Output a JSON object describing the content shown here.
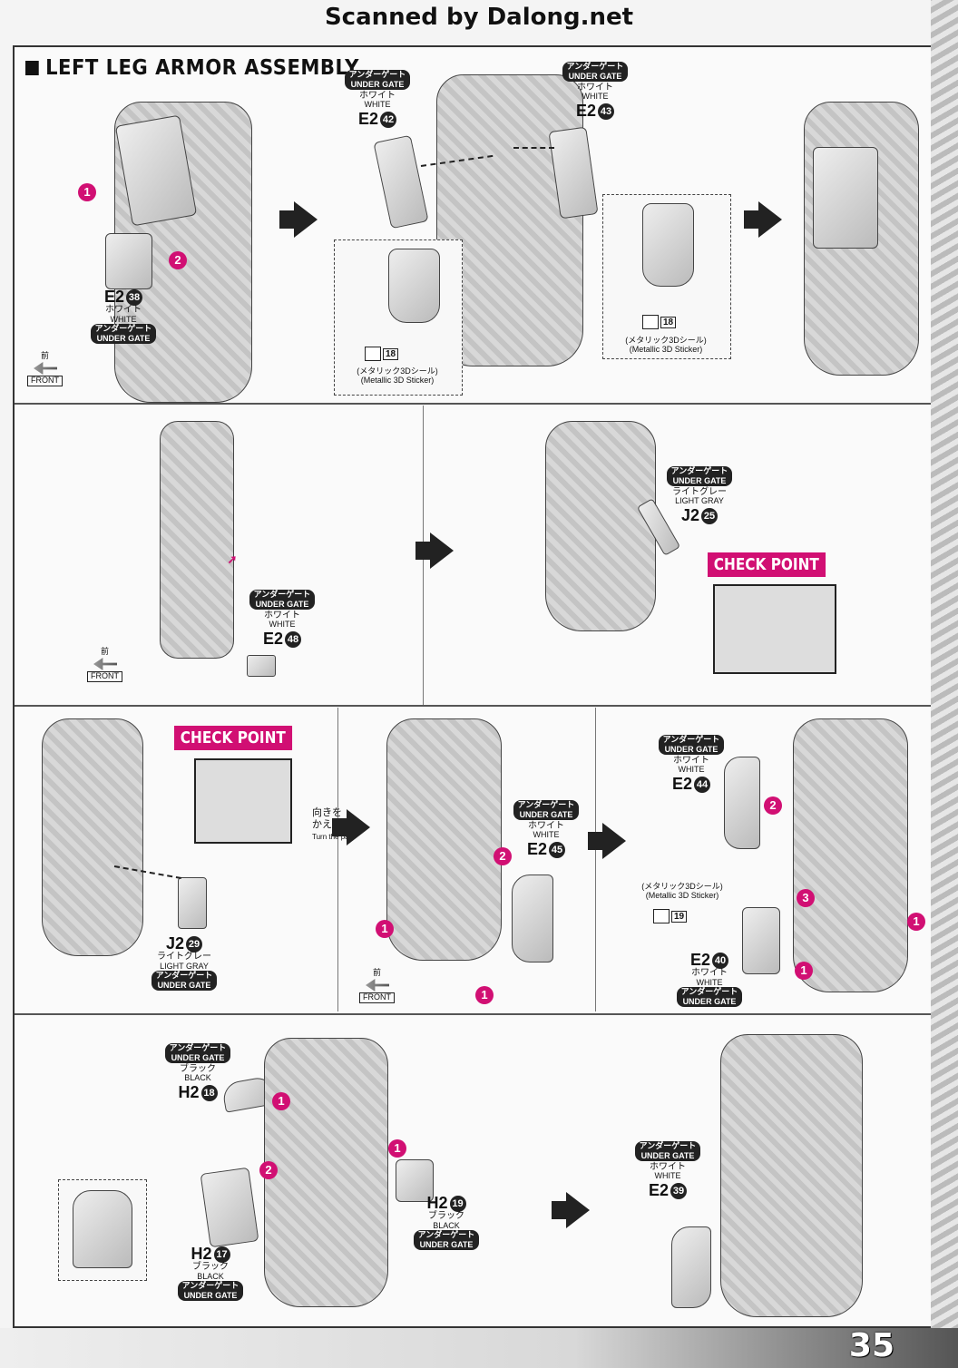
{
  "watermark": "Scanned by Dalong.net",
  "page_number": "35",
  "title": "LEFT LEG  ARMOR ASSEMBLY",
  "texts": {
    "under_gate_jp": "アンダーゲート",
    "under_gate_en": "UNDER GATE",
    "white_jp": "ホワイト",
    "white_en": "WHITE",
    "light_gray_jp": "ライトグレー",
    "light_gray_en": "LIGHT GRAY",
    "black_jp": "ブラック",
    "black_en": "BLACK",
    "sticker_jp": "(メタリック3Dシール)",
    "sticker_en": "(Metallic 3D Sticker)",
    "front_jp": "前",
    "front_en": "FRONT",
    "check_point": "CHECK POINT",
    "turn_jp_1": "向きを",
    "turn_jp_2": "かえます。",
    "turn_en": "Turn the part."
  },
  "parts": {
    "e2_38": {
      "code": "E2",
      "num": "38"
    },
    "e2_42": {
      "code": "E2",
      "num": "42"
    },
    "e2_43": {
      "code": "E2",
      "num": "43"
    },
    "e2_48": {
      "code": "E2",
      "num": "48"
    },
    "j2_25": {
      "code": "J2",
      "num": "25"
    },
    "j2_29": {
      "code": "J2",
      "num": "29"
    },
    "e2_45": {
      "code": "E2",
      "num": "45"
    },
    "e2_44": {
      "code": "E2",
      "num": "44"
    },
    "e2_40": {
      "code": "E2",
      "num": "40"
    },
    "h2_18": {
      "code": "H2",
      "num": "18"
    },
    "h2_19": {
      "code": "H2",
      "num": "19"
    },
    "h2_17": {
      "code": "H2",
      "num": "17"
    },
    "e2_39": {
      "code": "E2",
      "num": "39"
    }
  },
  "stickers": {
    "s18": "18",
    "s19": "19"
  },
  "steps": {
    "one": "1",
    "two": "2",
    "three": "3"
  }
}
